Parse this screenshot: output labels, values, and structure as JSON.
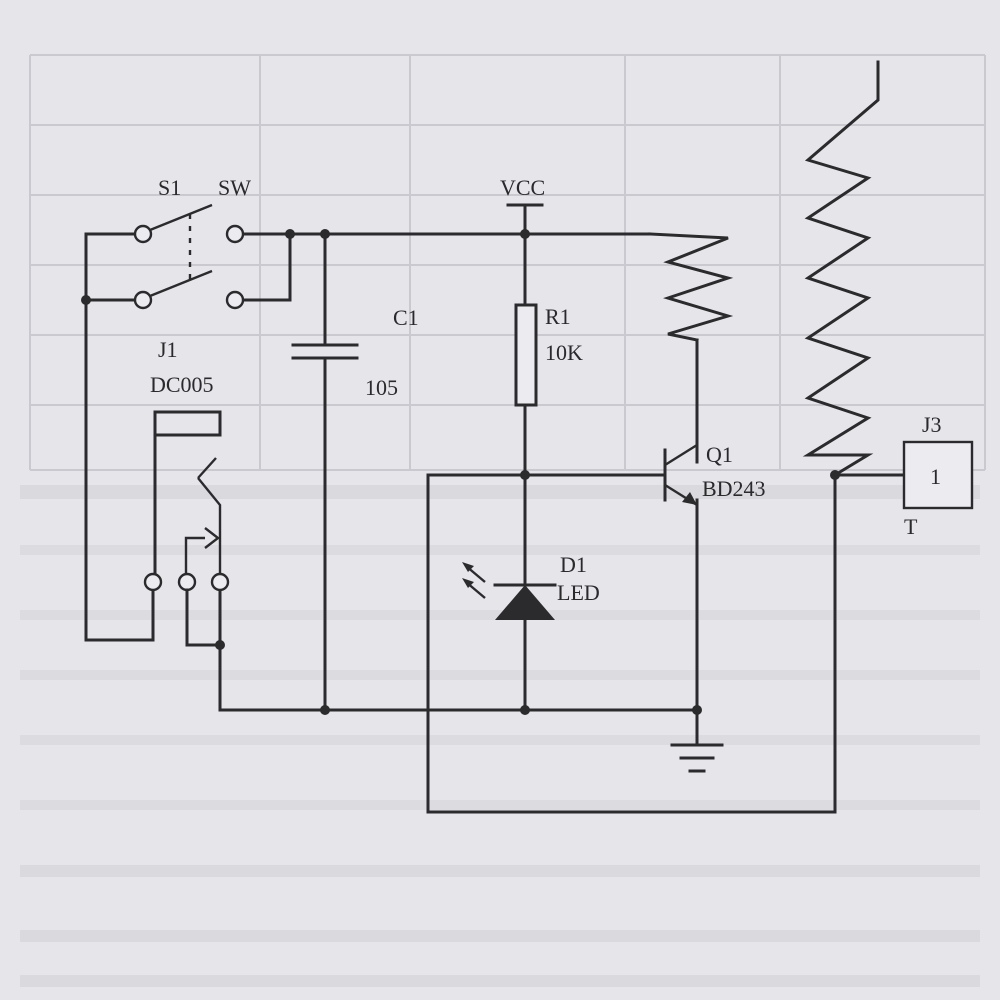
{
  "labels": {
    "s1": "S1",
    "sw": "SW",
    "vcc": "VCC",
    "c1": "C1",
    "c1_value": "105",
    "r1": "R1",
    "r1_value": "10K",
    "j1": "J1",
    "j1_part": "DC005",
    "q1": "Q1",
    "q1_part": "BD243",
    "d1": "D1",
    "d1_part": "LED",
    "j3": "J3",
    "j3_pin": "1",
    "j3_name": "T"
  },
  "colors": {
    "paper": "#e6e6ea",
    "ink": "#2b2b2e",
    "bleed_through": "#c9c9cf"
  }
}
